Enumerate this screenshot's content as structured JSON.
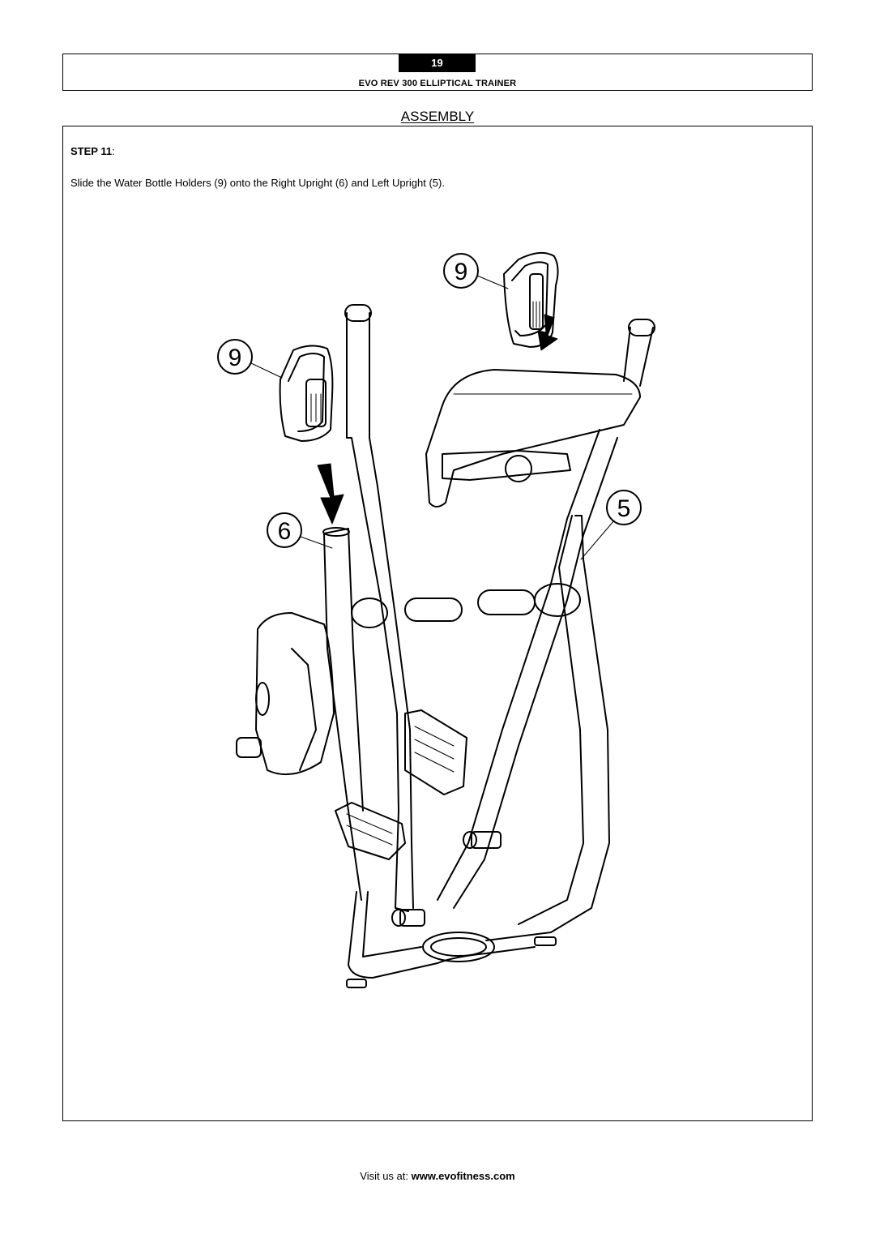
{
  "header": {
    "page_number": "19",
    "title": "EVO REV 300 ELLIPTICAL TRAINER"
  },
  "section": {
    "title": "ASSEMBLY"
  },
  "step": {
    "label": "STEP",
    "number": "11",
    "colon": ":",
    "instruction": "Slide the Water Bottle Holders (9) onto the Right Upright (6) and Left Upright (5)."
  },
  "callouts": {
    "holder_right": "9",
    "holder_left": "9",
    "right_upright": "6",
    "left_upright": "5"
  },
  "footer": {
    "prefix": "Visit us at: ",
    "url": "www.evofitness.com"
  }
}
